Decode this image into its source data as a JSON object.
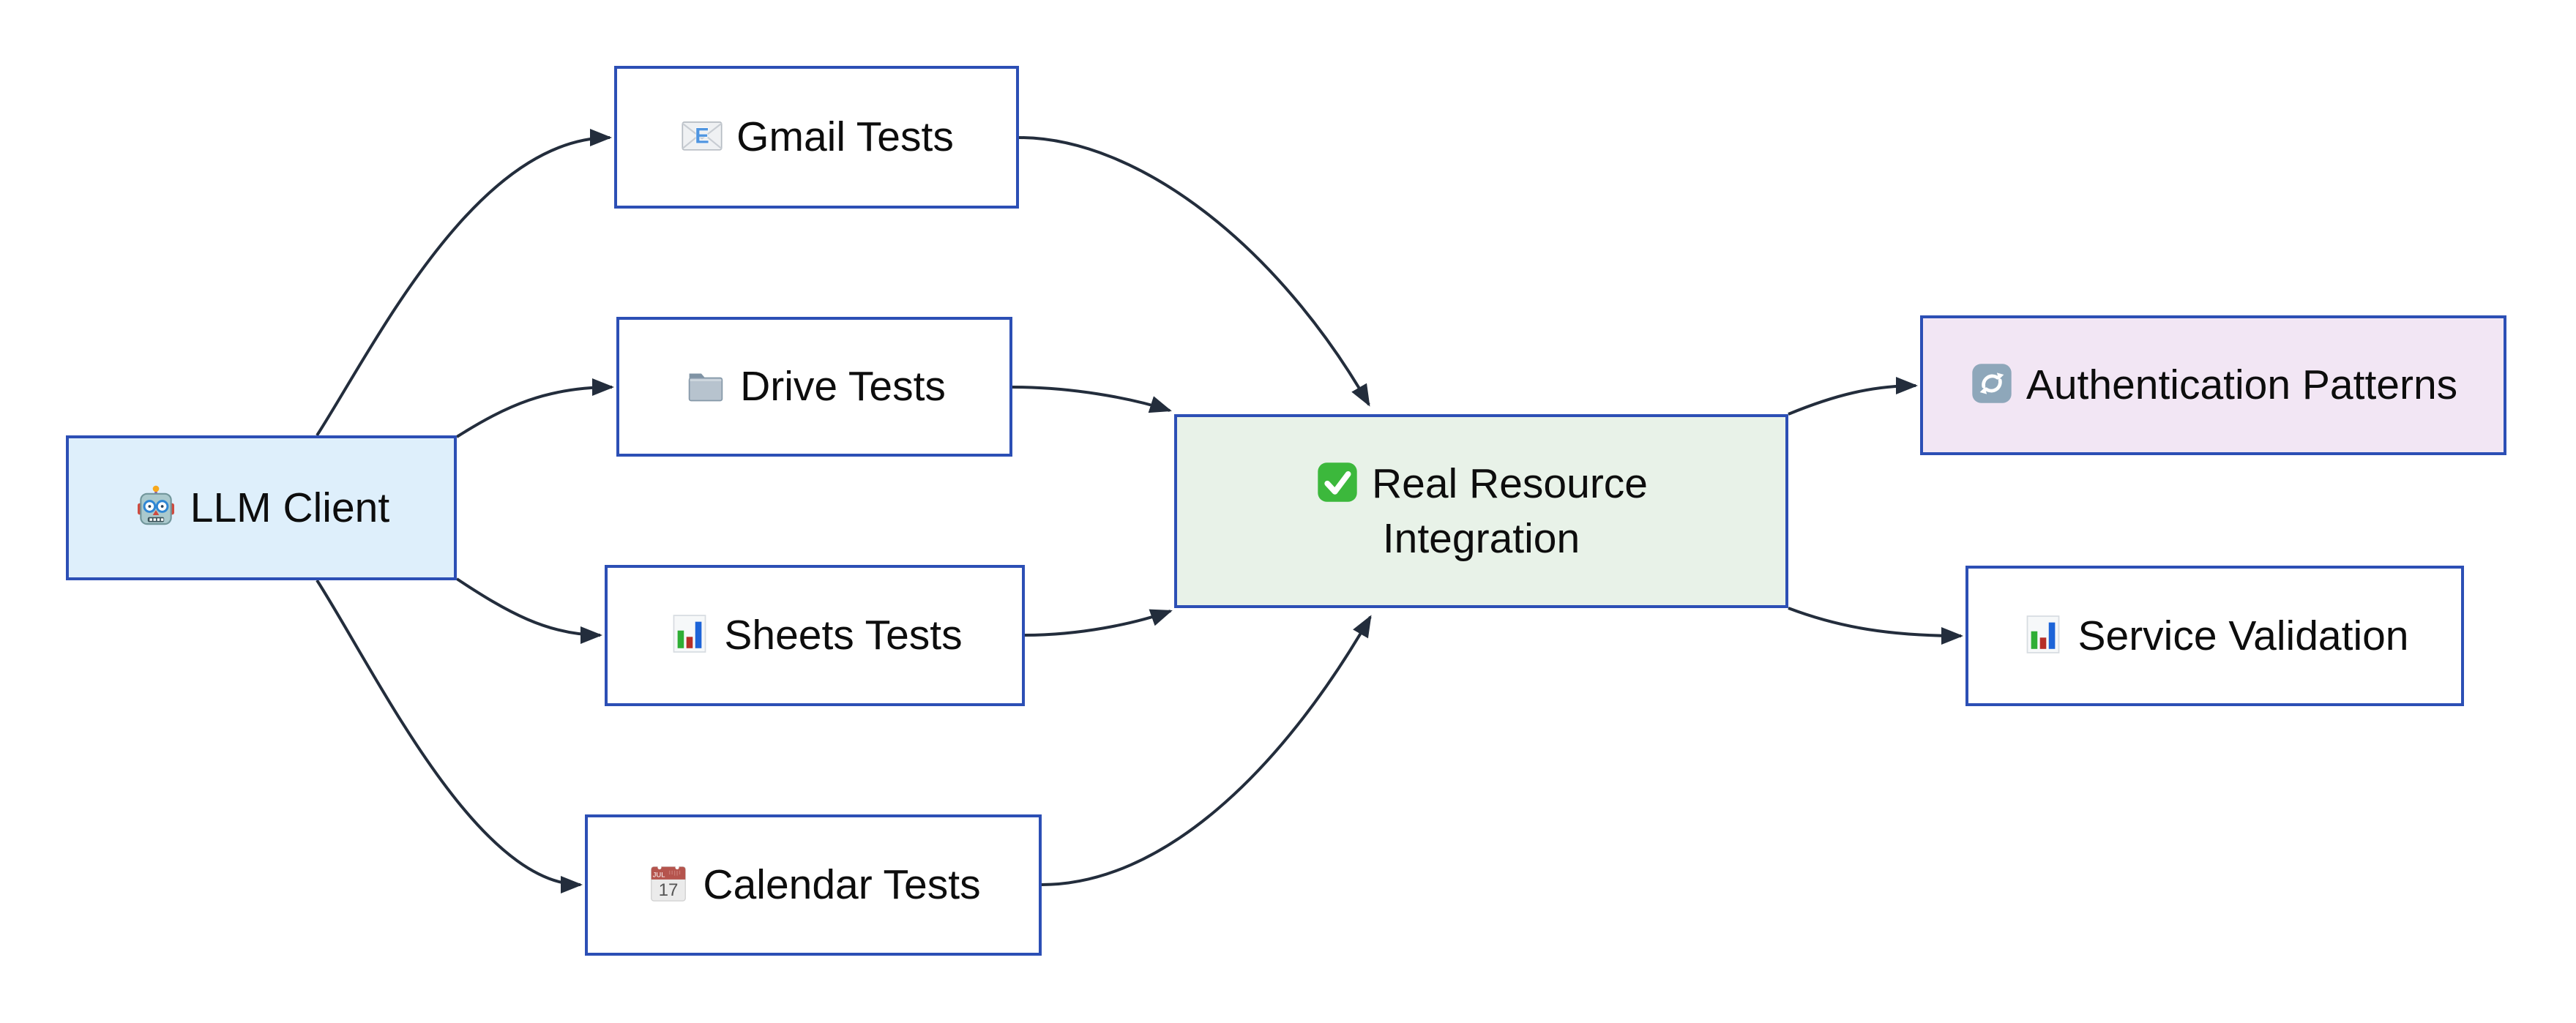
{
  "diagram": {
    "kind": "flowchart",
    "direction": "left-to-right"
  },
  "nodes": [
    {
      "id": "llm_client",
      "label": "LLM Client",
      "icon": "robot-icon",
      "fill": "#deeffb"
    },
    {
      "id": "gmail_tests",
      "label": "Gmail Tests",
      "icon": "email-icon",
      "fill": "#ffffff"
    },
    {
      "id": "drive_tests",
      "label": "Drive Tests",
      "icon": "folder-icon",
      "fill": "#ffffff"
    },
    {
      "id": "sheets_tests",
      "label": "Sheets Tests",
      "icon": "bar-chart-icon",
      "fill": "#ffffff"
    },
    {
      "id": "calendar_tests",
      "label": "Calendar Tests",
      "icon": "calendar-icon",
      "fill": "#ffffff"
    },
    {
      "id": "real_resource_integration",
      "label": "Real Resource\nIntegration",
      "icon": "check-icon",
      "fill": "#e8f2e8"
    },
    {
      "id": "authentication_patterns",
      "label": "Authentication Patterns",
      "icon": "sync-icon",
      "fill": "#f2e6f4"
    },
    {
      "id": "service_validation",
      "label": "Service Validation",
      "icon": "bar-chart-icon",
      "fill": "#ffffff"
    }
  ],
  "edges": [
    {
      "from": "llm_client",
      "to": "gmail_tests"
    },
    {
      "from": "llm_client",
      "to": "drive_tests"
    },
    {
      "from": "llm_client",
      "to": "sheets_tests"
    },
    {
      "from": "llm_client",
      "to": "calendar_tests"
    },
    {
      "from": "gmail_tests",
      "to": "real_resource_integration"
    },
    {
      "from": "drive_tests",
      "to": "real_resource_integration"
    },
    {
      "from": "sheets_tests",
      "to": "real_resource_integration"
    },
    {
      "from": "calendar_tests",
      "to": "real_resource_integration"
    },
    {
      "from": "real_resource_integration",
      "to": "authentication_patterns"
    },
    {
      "from": "real_resource_integration",
      "to": "service_validation"
    }
  ],
  "colors": {
    "background": "#ffffff",
    "node_border": "#2c4fb5",
    "edge": "#232d3c",
    "text": "#0d0d0d",
    "llm_fill": "#deeffb",
    "integration_fill": "#e8f2e8",
    "auth_fill": "#f2e6f4",
    "default_fill": "#ffffff"
  }
}
